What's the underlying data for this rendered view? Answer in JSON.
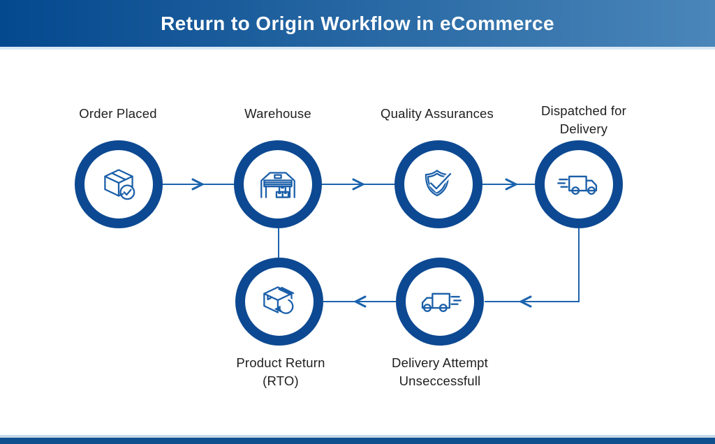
{
  "header": {
    "title": "Return to Origin Workflow in eCommerce"
  },
  "nodes": [
    {
      "id": "order-placed",
      "label": "Order Placed",
      "icon": "package-check-icon"
    },
    {
      "id": "warehouse",
      "label": "Warehouse",
      "icon": "warehouse-icon"
    },
    {
      "id": "quality-assurances",
      "label": "Quality Assurances",
      "icon": "shield-check-icon"
    },
    {
      "id": "dispatched-for-delivery",
      "label": "Dispatched for\nDelivery",
      "icon": "speeding-truck-right-icon"
    },
    {
      "id": "delivery-attempt-unsuccessful",
      "label": "Delivery Attempt\nUnseccessfull",
      "icon": "speeding-truck-left-icon"
    },
    {
      "id": "product-return-rto",
      "label": "Product Return\n(RTO)",
      "icon": "package-return-icon"
    }
  ],
  "edges": [
    {
      "from": "order-placed",
      "to": "warehouse"
    },
    {
      "from": "warehouse",
      "to": "quality-assurances"
    },
    {
      "from": "quality-assurances",
      "to": "dispatched-for-delivery"
    },
    {
      "from": "dispatched-for-delivery",
      "to": "delivery-attempt-unsuccessful"
    },
    {
      "from": "delivery-attempt-unsuccessful",
      "to": "product-return-rto"
    },
    {
      "from": "product-return-rto",
      "to": "warehouse"
    }
  ],
  "colors": {
    "header_gradient_left": "#04488e",
    "header_gradient_right": "#4a86b9",
    "ring": "#0d4992",
    "connector": "#1b63ad",
    "icon_stroke": "#1b5fa9",
    "label_text": "#1e1e1e",
    "footer_bar": "#11508f",
    "footer_accent": "#c6d9ea",
    "background": "#ffffff"
  }
}
